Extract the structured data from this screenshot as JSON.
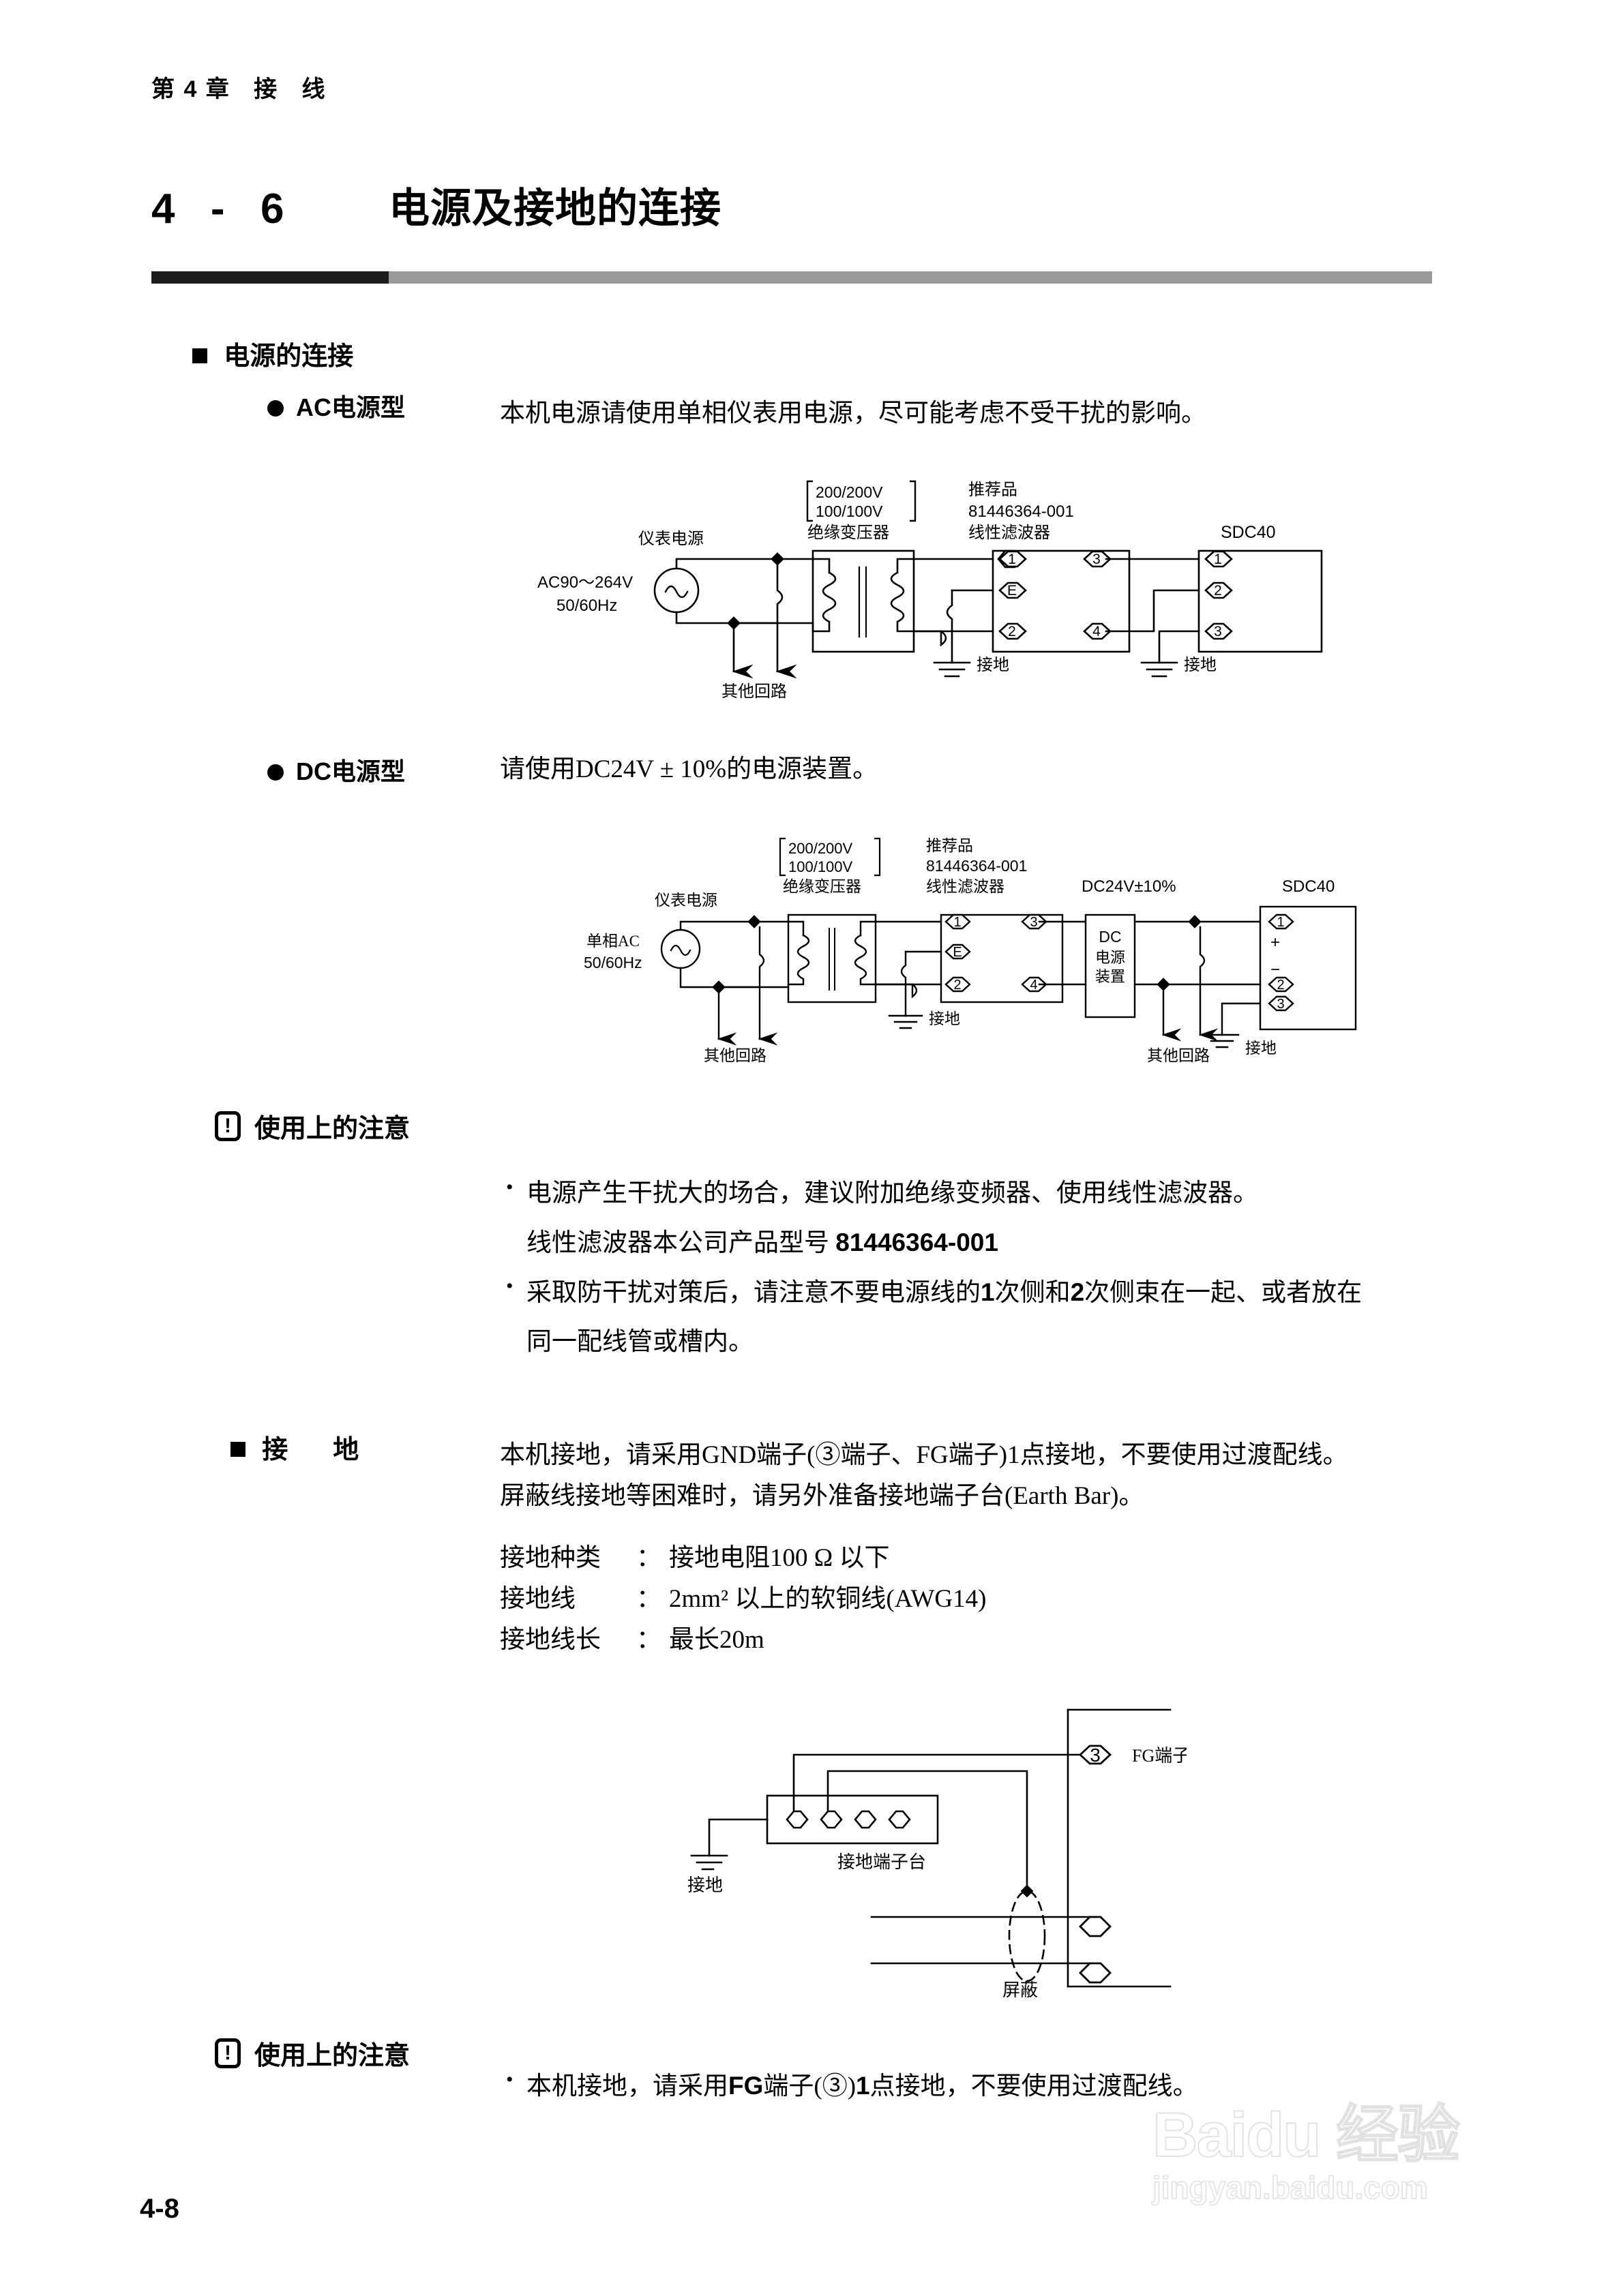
{
  "header": {
    "running_head": "第 4 章   接   线"
  },
  "section": {
    "number": "4  -  6",
    "title": "电源及接地的连接"
  },
  "power_connection": {
    "heading": "电源的连接",
    "ac": {
      "heading": "AC电源型",
      "body": "本机电源请使用单相仪表用电源，尽可能考虑不受干扰的影响。",
      "diagram": {
        "source_label": "仪表电源",
        "source_voltage": "AC90～264V",
        "source_freq": "50/60Hz",
        "transformer_ratio_top": "200/200V",
        "transformer_ratio_bottom": "100/100V",
        "transformer_name": "绝缘变压器",
        "filter_rec": "推荐品",
        "filter_model": "81446364-001",
        "filter_name": "线性滤波器",
        "filter_terminals_left": [
          "1",
          "E",
          "2"
        ],
        "filter_terminals_right": [
          "3",
          "4"
        ],
        "device_name": "SDC40",
        "device_terminals": [
          "1",
          "2",
          "3"
        ],
        "other_circuit": "其他回路",
        "ground_filter": "接地",
        "ground_device": "接地"
      }
    },
    "dc": {
      "heading": "DC电源型",
      "body": "请使用DC24V ± 10%的电源装置。",
      "diagram": {
        "source_label": "仪表电源",
        "source_voltage": "单相AC",
        "source_freq": "50/60Hz",
        "transformer_ratio_top": "200/200V",
        "transformer_ratio_bottom": "100/100V",
        "transformer_name": "绝缘变压器",
        "filter_rec": "推荐品",
        "filter_model": "81446364-001",
        "filter_name": "线性滤波器",
        "filter_terminals_left": [
          "1",
          "E",
          "2"
        ],
        "filter_terminals_right": [
          "3",
          "4"
        ],
        "psu_title": "DC24V±10%",
        "psu_lines": [
          "DC",
          "电源",
          "装置"
        ],
        "device_name": "SDC40",
        "device_terminals": [
          "1",
          "2",
          "3"
        ],
        "polarity_plus": "+",
        "polarity_minus": "−",
        "other_circuit_left": "其他回路",
        "other_circuit_right": "其他回路",
        "ground_filter": "接地",
        "ground_device": "接地"
      }
    },
    "caution": {
      "heading": "使用上的注意",
      "items": [
        {
          "text": "电源产生干扰大的场合，建议附加绝缘变频器、使用线性滤波器。"
        },
        {
          "cont_prefix": "线性滤波器本公司产品型号 ",
          "cont_bold": "81446364-001"
        },
        {
          "text_a": "采取防干扰对策后，请注意不要电源线的",
          "bold_a": "1",
          "text_b": "次侧和",
          "bold_b": "2",
          "text_c": "次侧束在一起、或者放在"
        },
        {
          "cont": "同一配线管或槽内。"
        }
      ]
    }
  },
  "grounding": {
    "heading": "接　地",
    "body_line1": "本机接地，请采用GND端子(③端子、FG端子)1点接地，不要使用过渡配线。",
    "body_line2": "屏蔽线接地等困难时，请另外准备接地端子台(Earth Bar)。",
    "specs": [
      {
        "key": "接地种类",
        "colon": "：",
        "value": "接地电阻100 Ω 以下"
      },
      {
        "key": "接地线",
        "colon": "：",
        "value": "2mm² 以上的软铜线(AWG14)"
      },
      {
        "key": "接地线长",
        "colon": "：",
        "value": "最长20m"
      }
    ],
    "diagram": {
      "fg_terminal_number": "3",
      "fg_terminal_label": "FG端子",
      "earth_bar_label": "接地端子台",
      "ground_label": "接地",
      "shield_label": "屏蔽"
    },
    "caution": {
      "heading": "使用上的注意",
      "item_a": "本机接地，请采用",
      "item_bold_a": "FG",
      "item_b": "端子(③)",
      "item_bold_b": "1",
      "item_c": "点接地，不要使用过渡配线。"
    }
  },
  "footer": {
    "page_number": "4-8"
  },
  "watermark": {
    "line1": "Baidu 经验",
    "line2": "jingyan.baidu.com"
  },
  "colors": {
    "rule_dark": "#1d1d1b",
    "rule_grey": "#9a9a9a",
    "ink": "#000000"
  }
}
